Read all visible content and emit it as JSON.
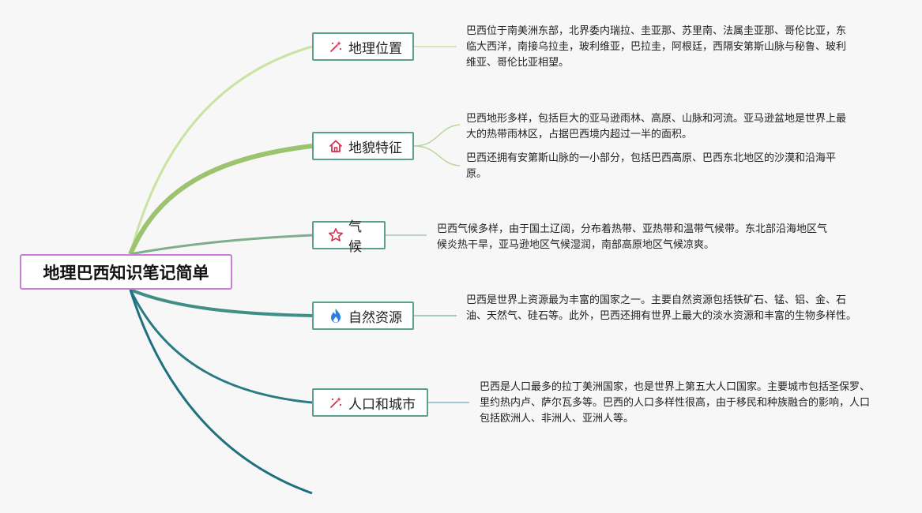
{
  "root": {
    "title": "地理巴西知识笔记简单"
  },
  "topics": [
    {
      "label": "地理位置",
      "icon": "sparkle-icon",
      "notes": [
        "巴西位于南美洲东部，北界委内瑞拉、圭亚那、苏里南、法属圭亚那、哥伦比亚，东临大西洋，南接乌拉圭，玻利维亚，巴拉圭，阿根廷，西隔安第斯山脉与秘鲁、玻利维亚、哥伦比亚相望。"
      ]
    },
    {
      "label": "地貌特征",
      "icon": "home-icon",
      "notes": [
        "巴西地形多样，包括巨大的亚马逊雨林、高原、山脉和河流。亚马逊盆地是世界上最大的热带雨林区，占据巴西境内超过一半的面积。",
        "巴西还拥有安第斯山脉的一小部分，包括巴西高原、巴西东北地区的沙漠和沿海平原。"
      ]
    },
    {
      "label": "气候",
      "icon": "star-icon",
      "notes": [
        "巴西气候多样，由于国土辽阔，分布着热带、亚热带和温带气候带。东北部沿海地区气候炎热干旱，亚马逊地区气候湿润，南部高原地区气候凉爽。"
      ]
    },
    {
      "label": "自然资源",
      "icon": "flame-icon",
      "notes": [
        "巴西是世界上资源最为丰富的国家之一。主要自然资源包括铁矿石、锰、铝、金、石油、天然气、硅石等。此外，巴西还拥有世界上最大的淡水资源和丰富的生物多样性。"
      ]
    },
    {
      "label": "人口和城市",
      "icon": "sparkle-icon",
      "notes": [
        "巴西是人口最多的拉丁美洲国家，也是世界上第五大人口国家。主要城市包括圣保罗、里约热内卢、萨尔瓦多等。巴西的人口多样性很高，由于移民和种族融合的影响，人口包括欧洲人、非洲人、亚洲人等。"
      ]
    }
  ],
  "colors": {
    "branch_light_green": "#c9e3a1",
    "branch_green": "#9cc46e",
    "branch_sage": "#7fae8c",
    "branch_teal": "#3f8f87",
    "branch_dark_teal": "#2a7a84",
    "root_border": "#c97fd6",
    "topic_border": "#5b9f8e",
    "icon_red": "#d9304f",
    "icon_blue": "#2b7de0"
  }
}
